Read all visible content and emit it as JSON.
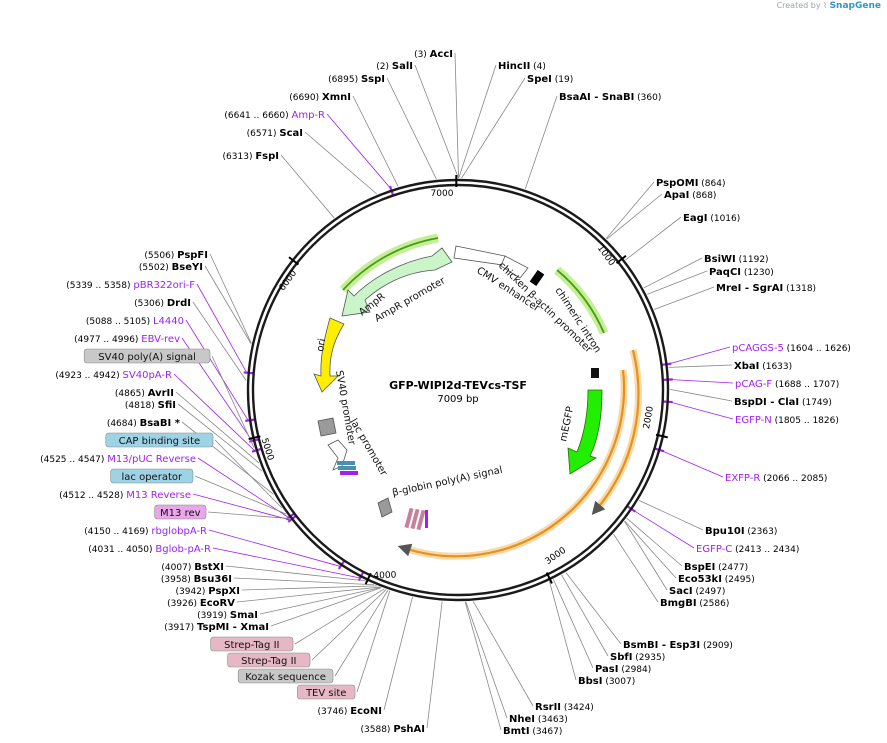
{
  "credit": {
    "prefix": "Created by",
    "brand": "SnapGene"
  },
  "plasmid": {
    "name": "GFP-WIPI2d-TEVcs-TSF",
    "length": "7009 bp"
  },
  "ticks": [
    "1000",
    "2000",
    "3000",
    "4000",
    "5000",
    "6000",
    "7000"
  ],
  "enzyme_labels": [
    {
      "pos": "(3)",
      "name": "AccI",
      "side": "L"
    },
    {
      "pos": "(2)",
      "name": "SalI",
      "side": "L"
    },
    {
      "pos": "(6895)",
      "name": "SspI",
      "side": "L"
    },
    {
      "pos": "(6690)",
      "name": "XmnI",
      "side": "L"
    },
    {
      "pos": "(6571)",
      "name": "ScaI",
      "side": "L"
    },
    {
      "pos": "(6313)",
      "name": "FspI",
      "side": "L"
    },
    {
      "pos": "(5506)",
      "name": "PspFI",
      "side": "L"
    },
    {
      "pos": "(5502)",
      "name": "BseYI",
      "side": "L"
    },
    {
      "pos": "(5306)",
      "name": "DrdI",
      "side": "L"
    },
    {
      "pos": "(4865)",
      "name": "AvrII",
      "side": "L"
    },
    {
      "pos": "(4818)",
      "name": "SfiI",
      "side": "L"
    },
    {
      "pos": "(4684)",
      "name": "BsaBI *",
      "side": "L"
    },
    {
      "pos": "(4007)",
      "name": "BstXI",
      "side": "L"
    },
    {
      "pos": "(3958)",
      "name": "Bsu36I",
      "side": "L"
    },
    {
      "pos": "(3942)",
      "name": "PspXI",
      "side": "L"
    },
    {
      "pos": "(3926)",
      "name": "EcoRV",
      "side": "L"
    },
    {
      "pos": "(3919)",
      "name": "SmaI",
      "side": "L"
    },
    {
      "pos": "(3917)",
      "name": "TspMI  - XmaI",
      "side": "L"
    },
    {
      "pos": "(3746)",
      "name": "EcoNI",
      "side": "L"
    },
    {
      "pos": "(3588)",
      "name": "PshAI",
      "side": "L"
    },
    {
      "pos": "(4)",
      "name": "HincII",
      "side": "R"
    },
    {
      "pos": "(19)",
      "name": "SpeI",
      "side": "R"
    },
    {
      "pos": "(360)",
      "name": "BsaAI  - SnaBI",
      "side": "R"
    },
    {
      "pos": "(864)",
      "name": "PspOMI",
      "side": "R"
    },
    {
      "pos": "(868)",
      "name": "ApaI",
      "side": "R"
    },
    {
      "pos": "(1016)",
      "name": "EagI",
      "side": "R"
    },
    {
      "pos": "(1192)",
      "name": "BsiWI",
      "side": "R"
    },
    {
      "pos": "(1230)",
      "name": "PaqCI",
      "side": "R"
    },
    {
      "pos": "(1318)",
      "name": "MreI  - SgrAI",
      "side": "R"
    },
    {
      "pos": "(1633)",
      "name": "XbaI",
      "side": "R"
    },
    {
      "pos": "(1749)",
      "name": "BspDI  - ClaI",
      "side": "R"
    },
    {
      "pos": "(2363)",
      "name": "Bpu10I",
      "side": "R"
    },
    {
      "pos": "(2477)",
      "name": "BspEI",
      "side": "R"
    },
    {
      "pos": "(2495)",
      "name": "Eco53kI",
      "side": "R"
    },
    {
      "pos": "(2497)",
      "name": "SacI",
      "side": "R"
    },
    {
      "pos": "(2586)",
      "name": "BmgBI",
      "side": "R"
    },
    {
      "pos": "(2909)",
      "name": "BsmBI  - Esp3I",
      "side": "R"
    },
    {
      "pos": "(2935)",
      "name": "SbfI",
      "side": "R"
    },
    {
      "pos": "(2984)",
      "name": "PasI",
      "side": "R"
    },
    {
      "pos": "(3007)",
      "name": "BbsI",
      "side": "R"
    },
    {
      "pos": "(3424)",
      "name": "RsrII",
      "side": "R"
    },
    {
      "pos": "(3463)",
      "name": "NheI",
      "side": "R"
    },
    {
      "pos": "(3467)",
      "name": "BmtI",
      "side": "R"
    }
  ],
  "primer_labels": [
    {
      "range": "(6641 .. 6660)",
      "name": "Amp-R",
      "side": "L"
    },
    {
      "range": "(5339 .. 5358)",
      "name": "pBR322ori-F",
      "side": "L"
    },
    {
      "range": "(5088 .. 5105)",
      "name": "L4440",
      "side": "L"
    },
    {
      "range": "(4977 .. 4996)",
      "name": "EBV-rev",
      "side": "L"
    },
    {
      "range": "(4923 .. 4942)",
      "name": "SV40pA-R",
      "side": "L"
    },
    {
      "range": "(4525 .. 4547)",
      "name": "M13/pUC Reverse",
      "side": "L"
    },
    {
      "range": "(4512 .. 4528)",
      "name": "M13 Reverse",
      "side": "L"
    },
    {
      "range": "(4150 .. 4169)",
      "name": "rbglobpA-R",
      "side": "L"
    },
    {
      "range": "(4031 .. 4050)",
      "name": "Bglob-pA-R",
      "side": "L"
    },
    {
      "range": "(1604 .. 1626)",
      "name": "pCAGGS-5",
      "side": "R"
    },
    {
      "range": "(1688 .. 1707)",
      "name": "pCAG-F",
      "side": "R"
    },
    {
      "range": "(1805 .. 1826)",
      "name": "EGFP-N",
      "side": "R"
    },
    {
      "range": "(2066 .. 2085)",
      "name": "EXFP-R",
      "side": "R"
    },
    {
      "range": "(2413 .. 2434)",
      "name": "EGFP-C",
      "side": "R"
    }
  ],
  "boxed_features": [
    {
      "name": "SV40 poly(A) signal",
      "color": "#c8c8c8"
    },
    {
      "name": "CAP binding site",
      "color": "#9ed3e6"
    },
    {
      "name": "lac operator",
      "color": "#9ed3e6"
    },
    {
      "name": "M13 rev",
      "color": "#e9a7e9"
    },
    {
      "name": "Strep-Tag II",
      "color": "#e6b8c6"
    },
    {
      "name": "Strep-Tag II",
      "color": "#e6b8c6"
    },
    {
      "name": "Kozak sequence",
      "color": "#c8c8c8"
    },
    {
      "name": "TEV site",
      "color": "#e6b8c6"
    }
  ],
  "feature_labels": [
    "AmpR",
    "AmpR promoter",
    "ori",
    "SV40 promoter",
    "lac promoter",
    "CMV enhancer",
    "chicken β-actin promoter",
    "chimeric intron",
    "mEGFP",
    "β-globin poly(A) signal"
  ],
  "colors": {
    "enzyme": "#000000",
    "primer": "#a020f0",
    "egfp": "#22ee00",
    "ampr": "#c9f5c9",
    "ori": "#ffee00",
    "orange_cds": "#f5a623",
    "intron_glow": "#c4ef95",
    "leader_line": "#808080"
  }
}
